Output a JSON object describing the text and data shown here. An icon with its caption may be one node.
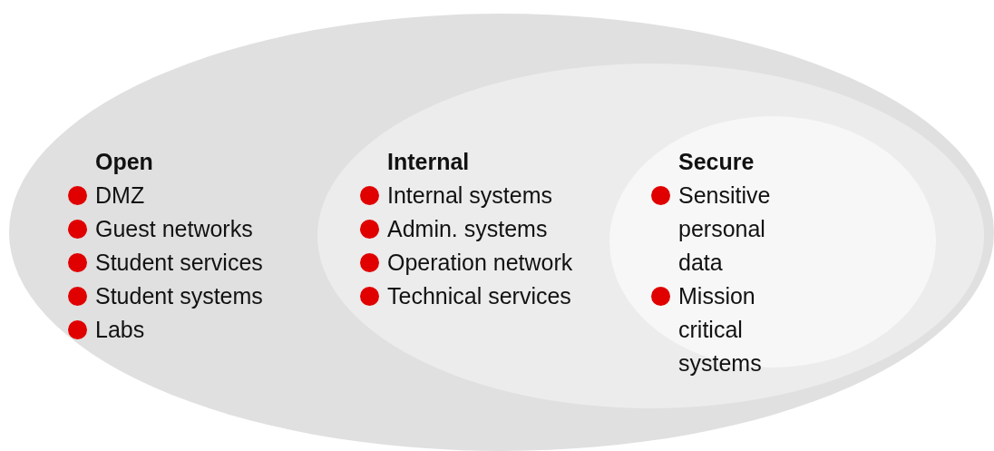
{
  "diagram": {
    "nodes": [
      {
        "text": [
          "Open",
          "DMZ",
          "Guest networks",
          "Student services",
          "Student systems",
          "Labs"
        ]
      },
      {
        "text": [
          "Internal",
          "Internal systems",
          "Admin. systems",
          "Operation network",
          "Technical services"
        ],
        "in": 0
      },
      {
        "text": [
          "Secure",
          "Sensitive personal data",
          "Mission critical systems"
        ],
        "in": 1
      }
    ]
  }
}
